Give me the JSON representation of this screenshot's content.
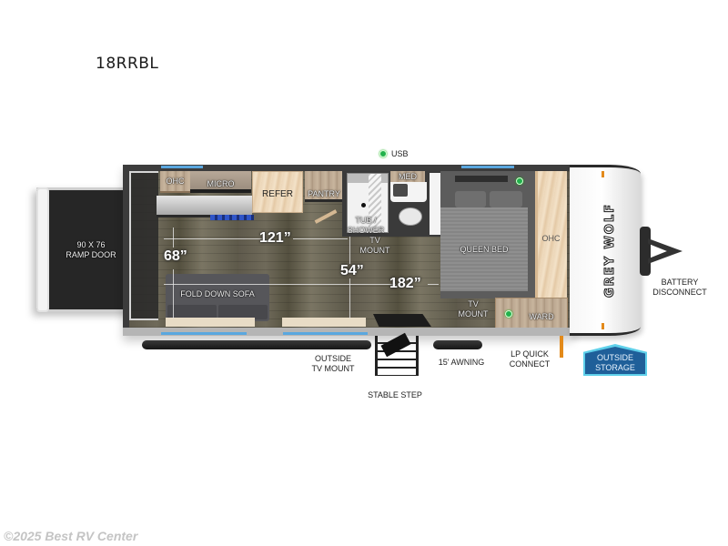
{
  "title": "18RRBL",
  "brand_logo_text": "GREY WOLF",
  "copyright": "©2025 Best RV Center",
  "rooms": {
    "ramp_door": "90 X 76\nRAMP DOOR",
    "ohc_front": "OHC",
    "micro": "MICRO",
    "refer": "REFER",
    "pantry": "PANTRY",
    "tub_shower": "TUB /\nSHOWER",
    "med": "MED",
    "queen_bed": "QUEEN BED",
    "ohc_bed": "OHC",
    "ward": "WARD",
    "fold_down_sofa": "FOLD DOWN SOFA",
    "tv_mount_inner": "TV\nMOUNT",
    "tv_mount_bed": "TV\nMOUNT"
  },
  "dimensions": {
    "width_68": "68”",
    "len_121": "121”",
    "len_54": "54”",
    "len_182": "182”"
  },
  "callouts": {
    "usb": "USB",
    "outside_tv_mount": "OUTSIDE\nTV MOUNT",
    "stable_step": "STABLE STEP",
    "awning": "15' AWNING",
    "lp_quick_connect": "LP QUICK\nCONNECT",
    "outside_storage": "OUTSIDE\nSTORAGE",
    "battery_disconnect": "BATTERY\nDISCONNECT"
  },
  "colors": {
    "usb_dot": "#22b14c",
    "window_strip": "#5aa7df",
    "outside_storage_fill": "#1f5f99",
    "outside_storage_border": "#5fd0ea",
    "lp_connector": "#e38a1a"
  }
}
